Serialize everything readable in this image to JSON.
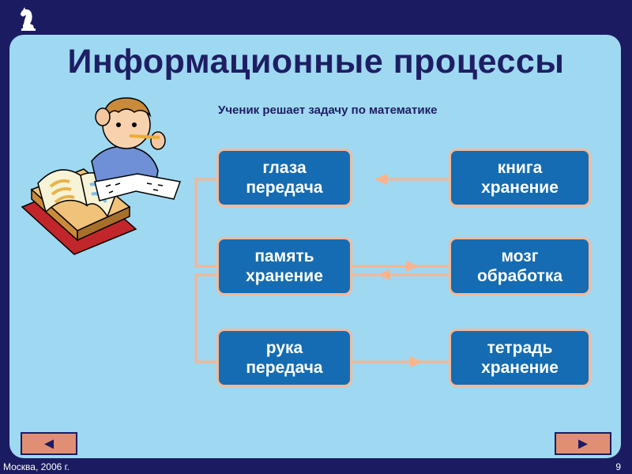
{
  "slide": {
    "title": "Информационные процессы",
    "subtitle": "Ученик решает задачу по математике",
    "page_number": "9"
  },
  "footer": {
    "location": "Москва, 2006 г."
  },
  "boxes": {
    "eyes": {
      "line1": "глаза",
      "line2": "передача"
    },
    "memory": {
      "line1": "память",
      "line2": "хранение"
    },
    "hand": {
      "line1": "рука",
      "line2": "передача"
    },
    "book": {
      "line1": "книга",
      "line2": "хранение"
    },
    "brain": {
      "line1": "мозг",
      "line2": "обработка"
    },
    "notebook": {
      "line1": "тетрадь",
      "line2": "хранение"
    }
  },
  "nav": {
    "prev_glyph": "◄",
    "next_glyph": "►"
  },
  "colors": {
    "background": "#1b1b62",
    "panel": "#9fd8f1",
    "box_fill": "#156cb2",
    "box_border": "#f4b99a",
    "connector": "#f9b48f",
    "nav_button": "#e18f73"
  }
}
